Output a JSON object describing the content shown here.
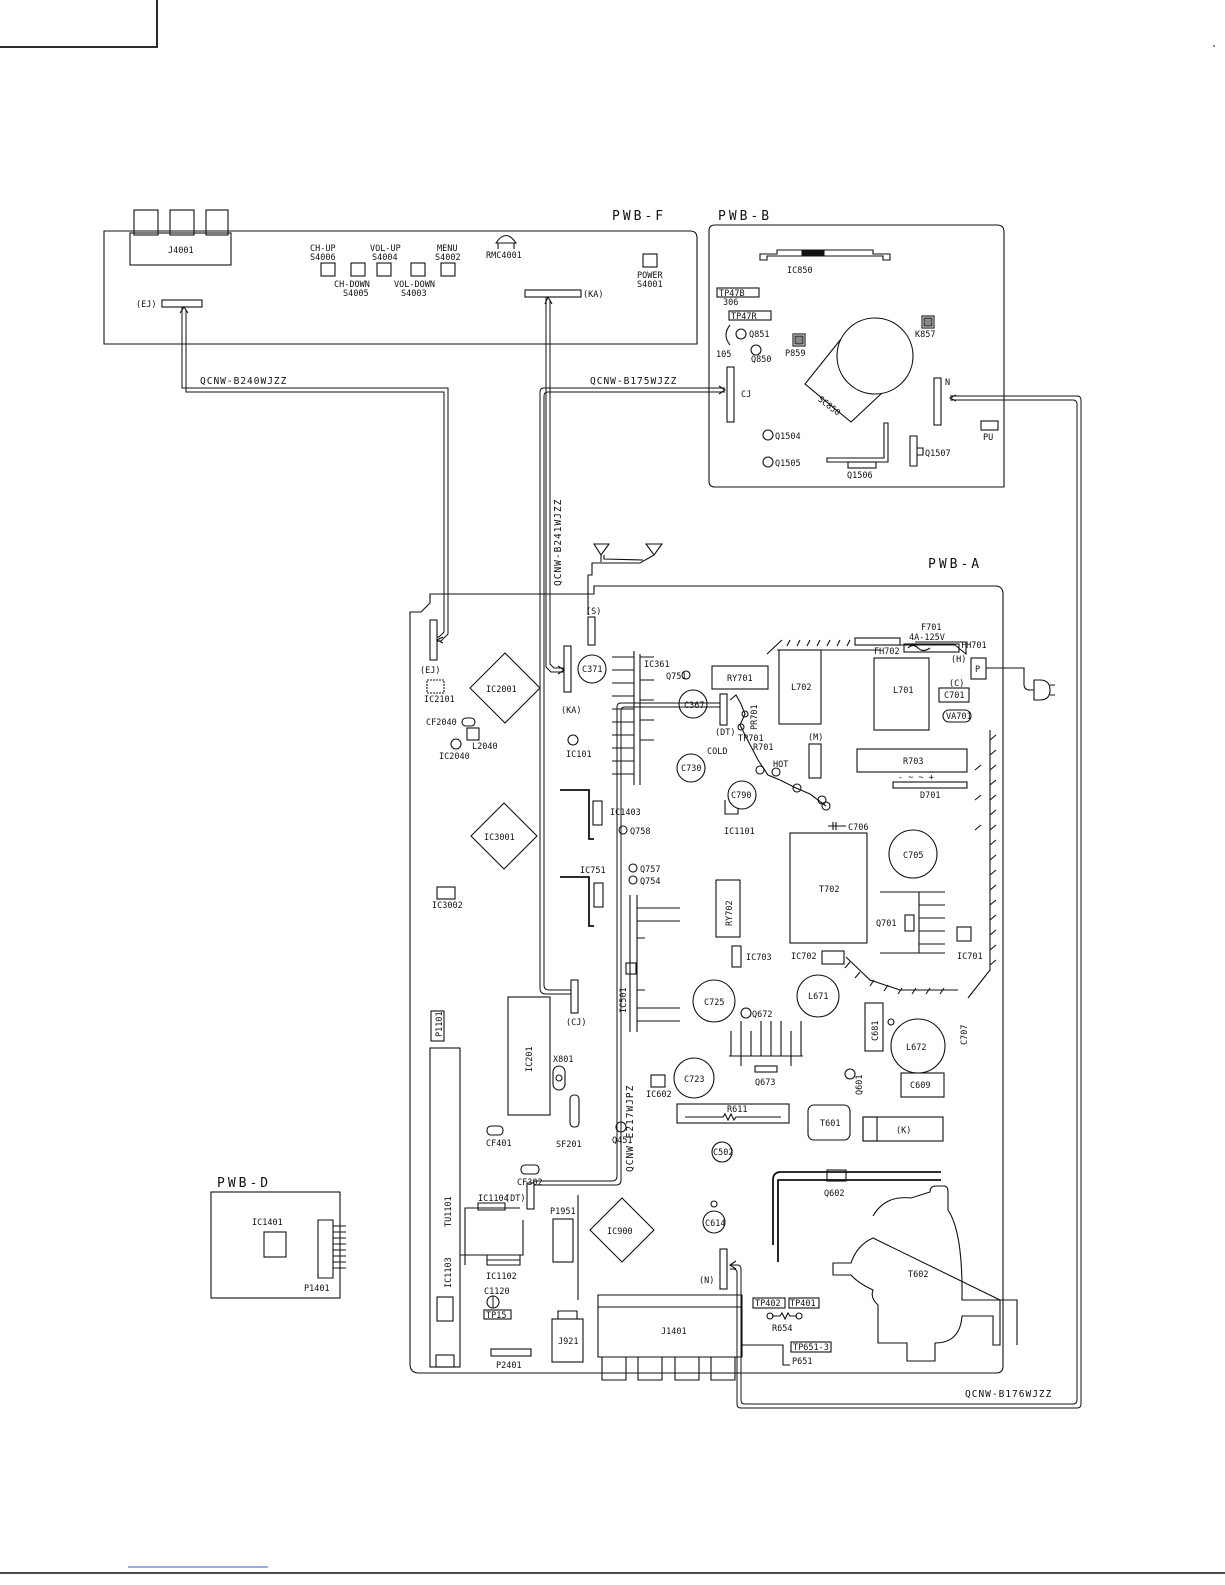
{
  "boards": {
    "pwb_f": "PWB-F",
    "pwb_b": "PWB-B",
    "pwb_a": "PWB-A",
    "pwb_d": "PWB-D"
  },
  "cables": {
    "c240": "QCNW-B240WJZZ",
    "c175": "QCNW-B175WJZZ",
    "c241": "QCNW-B241WJZZ",
    "c217": "QCNW-E217WJPZ",
    "c176": "QCNW-B176WJZZ"
  },
  "pwb_f": {
    "j4001": "J4001",
    "ch_up": "CH-UP",
    "s4006": "S4006",
    "vol_up": "VOL-UP",
    "s4004": "S4004",
    "menu": "MENU",
    "s4002": "S4002",
    "ch_down": "CH-DOWN",
    "s4005": "S4005",
    "vol_down": "VOL-DOWN",
    "s4003": "S4003",
    "rmc4001": "RMC4001",
    "power": "POWER",
    "s4001": "S4001",
    "ej": "(EJ)",
    "ka": "(KA)"
  },
  "pwb_b": {
    "ic850": "IC850",
    "tp47b": "TP47B",
    "p306": "306",
    "tp47r": "TP47R",
    "q851": "Q851",
    "p105": "105",
    "q850": "Q850",
    "p859": "P859",
    "k857": "K857",
    "sc850": "SC850",
    "cj": "CJ",
    "n": "N",
    "pu": "PU",
    "q1504": "Q1504",
    "q1505": "Q1505",
    "q1506": "Q1506",
    "q1507": "Q1507"
  },
  "pwb_a": {
    "ej": "(EJ)",
    "s": "(S)",
    "ka": "(KA)",
    "ic2101": "IC2101",
    "ic2001": "IC2001",
    "cf2040": "CF2040",
    "l2040": "L2040",
    "ic2040": "IC2040",
    "c371": "C371",
    "ic361": "IC361",
    "q751": "Q751",
    "c367": "C367",
    "ry701": "RY701",
    "ic101": "IC101",
    "dt": "(DT)",
    "tp701": "TP701",
    "pr701": "PR701",
    "cold": "COLD",
    "r701": "R701",
    "hot": "HOT",
    "m": "(M)",
    "l702": "L702",
    "l701": "L701",
    "f701": "F701",
    "f701_rating": "4A-125V",
    "fh702": "FH702",
    "fh701": "FH701",
    "h": "(H)",
    "p": "P",
    "c": "(C)",
    "c701": "C701",
    "va701": "VA701",
    "r703": "R703",
    "d701": "D701",
    "d701_marks": "- ~ ~ +",
    "c730": "C730",
    "c790": "C790",
    "ic1101": "IC1101",
    "c706": "C706",
    "ic1403": "IC1403",
    "q758": "Q758",
    "ic3001": "IC3001",
    "c705": "C705",
    "ic751": "IC751",
    "q757": "Q757",
    "q754": "Q754",
    "t702": "T702",
    "ic3002": "IC3002",
    "ry702": "RY702",
    "q701": "Q701",
    "ic702": "IC702",
    "ic703": "IC703",
    "ic701": "IC701",
    "ic501": "IC501",
    "c725": "C725",
    "l671": "L671",
    "q672": "Q672",
    "cj": "(CJ)",
    "c707": "C707",
    "c681": "C681",
    "l672": "L672",
    "p1101": "P1101",
    "ic201": "IC201",
    "x801": "X801",
    "ic602": "IC602",
    "c723": "C723",
    "q673": "Q673",
    "q601": "Q601",
    "c609": "C609",
    "r611": "R611",
    "sf201": "SF201",
    "q451": "Q451",
    "t601": "T601",
    "k": "(K)",
    "cf401": "CF401",
    "c502": "C502",
    "cf302": "CF302",
    "ic1104": "IC1104",
    "dt2": "(DT)",
    "q602": "Q602",
    "tu1101": "TU1101",
    "p1951": "P1951",
    "ic900": "IC900",
    "c614": "C614",
    "n": "(N)",
    "t602": "T602",
    "ic1102": "IC1102",
    "c1120": "C1120",
    "tp15": "TP15",
    "ic1103": "IC1103",
    "tp402": "TP402",
    "tp401": "TP401",
    "r654": "R654",
    "j1401": "J1401",
    "j921": "J921",
    "p2401": "P2401",
    "tp651": "TP651-3",
    "p651": "P651"
  },
  "pwb_d": {
    "ic1401": "IC1401",
    "p1401": "P1401"
  }
}
